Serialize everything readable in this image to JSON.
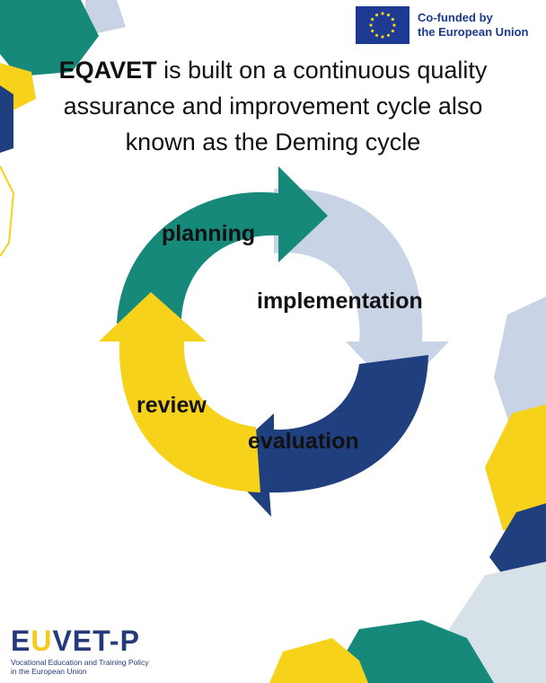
{
  "badge": {
    "line1": "Co-funded by",
    "line2": "the European Union",
    "flag_color": "#1f3a93",
    "star_color": "#f6d21a"
  },
  "headline": {
    "bold": "EQAVET",
    "rest": " is built on a continuous quality assurance and improvement cycle also known as the Deming cycle"
  },
  "cycle": {
    "stages": [
      {
        "label": "planning",
        "color": "#16897a"
      },
      {
        "label": "implementation",
        "color": "#c8d3e6"
      },
      {
        "label": "evaluation",
        "color": "#1f3f7e"
      },
      {
        "label": "review",
        "color": "#f6d21a"
      }
    ]
  },
  "logo": {
    "word_prefix": "E",
    "word_mid": "U",
    "word_suffix": "VET-P",
    "subtitle_line1": "Vocational Education and Training Policy",
    "subtitle_line2": "in the European Union"
  },
  "colors": {
    "teal": "#16897a",
    "navy": "#1f3f7e",
    "yellow": "#f6d21a",
    "light_blue": "#c8d3e6",
    "pale_gray": "#d6e1e8"
  }
}
